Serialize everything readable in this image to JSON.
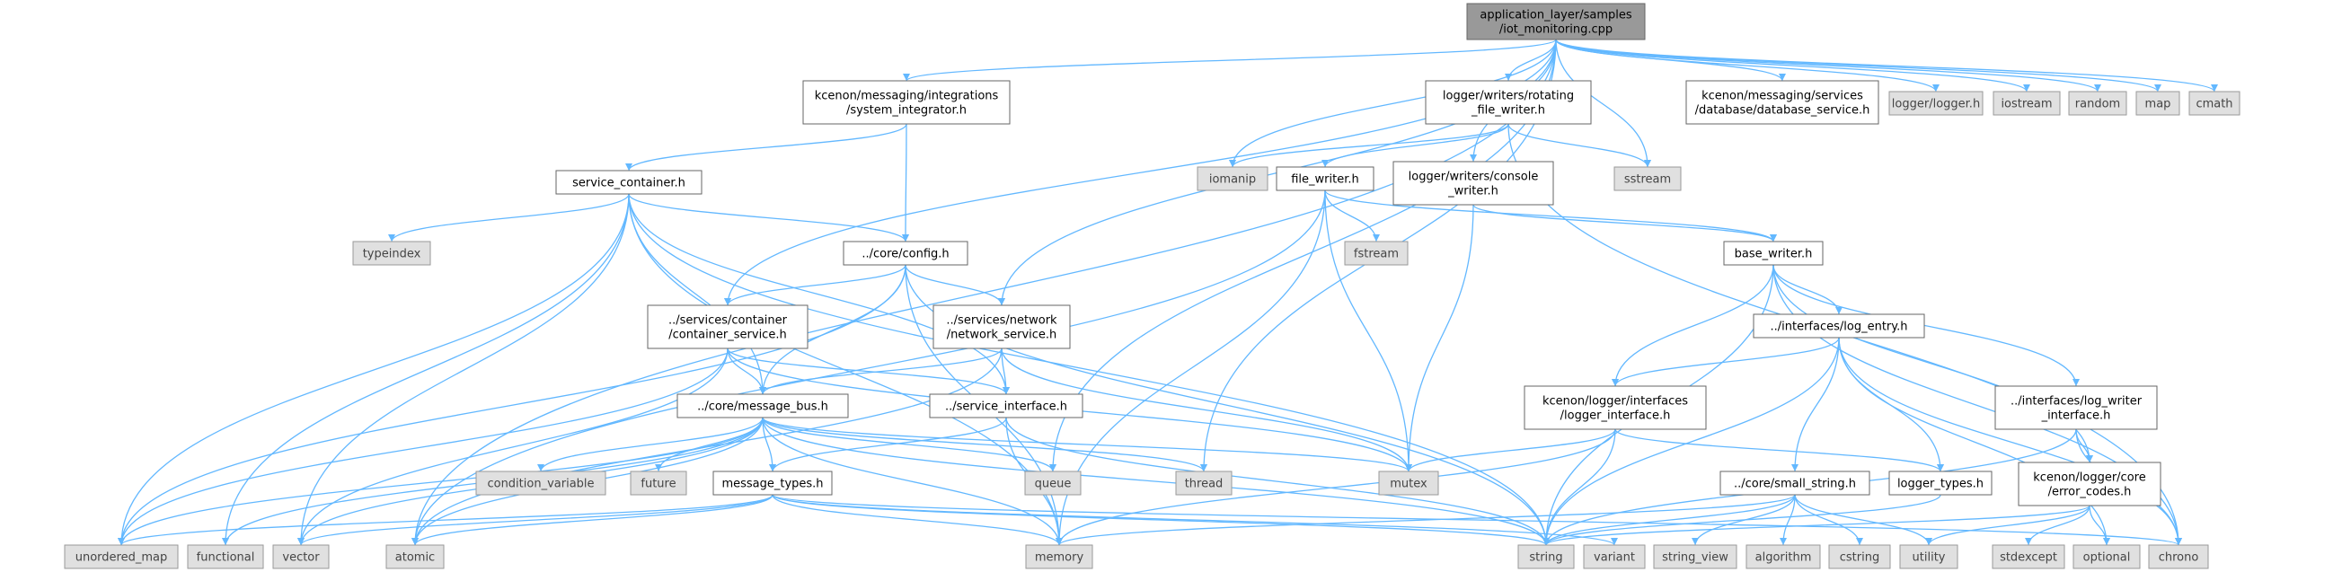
{
  "diagram": {
    "type": "include-dependency-graph",
    "root": "root",
    "colors": {
      "root_fill": "#999999",
      "header_fill": "#ffffff",
      "header_stroke": "#666666",
      "system_fill": "#e0e0e0",
      "system_stroke": "#999999",
      "edge": "#63b8ff",
      "text": "#000000"
    },
    "nodes": [
      {
        "id": "root",
        "lines": [
          "application_layer/samples",
          "/iot_monitoring.cpp"
        ],
        "kind": "root"
      },
      {
        "id": "sysint",
        "lines": [
          "kcenon/messaging/integrations",
          "/system_integrator.h"
        ],
        "kind": "header"
      },
      {
        "id": "rotfw",
        "lines": [
          "logger/writers/rotating",
          "_file_writer.h"
        ],
        "kind": "header"
      },
      {
        "id": "dbsvc",
        "lines": [
          "kcenon/messaging/services",
          "/database/database_service.h"
        ],
        "kind": "header"
      },
      {
        "id": "loggerh",
        "lines": [
          "logger/logger.h"
        ],
        "kind": "system"
      },
      {
        "id": "iostream",
        "lines": [
          "iostream"
        ],
        "kind": "system"
      },
      {
        "id": "random",
        "lines": [
          "random"
        ],
        "kind": "system"
      },
      {
        "id": "map",
        "lines": [
          "map"
        ],
        "kind": "system"
      },
      {
        "id": "cmath",
        "lines": [
          "cmath"
        ],
        "kind": "system"
      },
      {
        "id": "svccont",
        "lines": [
          "service_container.h"
        ],
        "kind": "header"
      },
      {
        "id": "iomanip",
        "lines": [
          "iomanip"
        ],
        "kind": "system"
      },
      {
        "id": "filewriter",
        "lines": [
          "file_writer.h"
        ],
        "kind": "header"
      },
      {
        "id": "consolew",
        "lines": [
          "logger/writers/console",
          "_writer.h"
        ],
        "kind": "header"
      },
      {
        "id": "sstream",
        "lines": [
          "sstream"
        ],
        "kind": "system"
      },
      {
        "id": "typeindex",
        "lines": [
          "typeindex"
        ],
        "kind": "system"
      },
      {
        "id": "coreconfig",
        "lines": [
          "../core/config.h"
        ],
        "kind": "header"
      },
      {
        "id": "fstream",
        "lines": [
          "fstream"
        ],
        "kind": "system"
      },
      {
        "id": "basewriter",
        "lines": [
          "base_writer.h"
        ],
        "kind": "header"
      },
      {
        "id": "contsvc",
        "lines": [
          "../services/container",
          "/container_service.h"
        ],
        "kind": "header"
      },
      {
        "id": "netsvc",
        "lines": [
          "../services/network",
          "/network_service.h"
        ],
        "kind": "header"
      },
      {
        "id": "logentry",
        "lines": [
          "../interfaces/log_entry.h"
        ],
        "kind": "header"
      },
      {
        "id": "msgbus",
        "lines": [
          "../core/message_bus.h"
        ],
        "kind": "header"
      },
      {
        "id": "svciface",
        "lines": [
          "../service_interface.h"
        ],
        "kind": "header"
      },
      {
        "id": "loggeriface",
        "lines": [
          "kcenon/logger/interfaces",
          "/logger_interface.h"
        ],
        "kind": "header"
      },
      {
        "id": "logwriteriface",
        "lines": [
          "../interfaces/log_writer",
          "_interface.h"
        ],
        "kind": "header"
      },
      {
        "id": "condvar",
        "lines": [
          "condition_variable"
        ],
        "kind": "system"
      },
      {
        "id": "future",
        "lines": [
          "future"
        ],
        "kind": "system"
      },
      {
        "id": "queue",
        "lines": [
          "queue"
        ],
        "kind": "system"
      },
      {
        "id": "thread",
        "lines": [
          "thread"
        ],
        "kind": "system"
      },
      {
        "id": "mutex",
        "lines": [
          "mutex"
        ],
        "kind": "system"
      },
      {
        "id": "msgtypes",
        "lines": [
          "message_types.h"
        ],
        "kind": "header"
      },
      {
        "id": "smallstring",
        "lines": [
          "../core/small_string.h"
        ],
        "kind": "header"
      },
      {
        "id": "loggertypes",
        "lines": [
          "logger_types.h"
        ],
        "kind": "header"
      },
      {
        "id": "errorcodes",
        "lines": [
          "kcenon/logger/core",
          "/error_codes.h"
        ],
        "kind": "header"
      },
      {
        "id": "unorderedmap",
        "lines": [
          "unordered_map"
        ],
        "kind": "system"
      },
      {
        "id": "functional",
        "lines": [
          "functional"
        ],
        "kind": "system"
      },
      {
        "id": "vector",
        "lines": [
          "vector"
        ],
        "kind": "system"
      },
      {
        "id": "atomic",
        "lines": [
          "atomic"
        ],
        "kind": "system"
      },
      {
        "id": "memory",
        "lines": [
          "memory"
        ],
        "kind": "system"
      },
      {
        "id": "string",
        "lines": [
          "string"
        ],
        "kind": "system"
      },
      {
        "id": "variant",
        "lines": [
          "variant"
        ],
        "kind": "system"
      },
      {
        "id": "stringview",
        "lines": [
          "string_view"
        ],
        "kind": "system"
      },
      {
        "id": "algorithm",
        "lines": [
          "algorithm"
        ],
        "kind": "system"
      },
      {
        "id": "cstring",
        "lines": [
          "cstring"
        ],
        "kind": "system"
      },
      {
        "id": "utility",
        "lines": [
          "utility"
        ],
        "kind": "system"
      },
      {
        "id": "stdexcept",
        "lines": [
          "stdexcept"
        ],
        "kind": "system"
      },
      {
        "id": "optional",
        "lines": [
          "optional"
        ],
        "kind": "system"
      },
      {
        "id": "chrono",
        "lines": [
          "chrono"
        ],
        "kind": "system"
      }
    ],
    "edges": [
      [
        "root",
        "sysint"
      ],
      [
        "root",
        "rotfw"
      ],
      [
        "root",
        "dbsvc"
      ],
      [
        "root",
        "loggerh"
      ],
      [
        "root",
        "iostream"
      ],
      [
        "root",
        "random"
      ],
      [
        "root",
        "map"
      ],
      [
        "root",
        "cmath"
      ],
      [
        "root",
        "iomanip"
      ],
      [
        "root",
        "sstream"
      ],
      [
        "root",
        "consolew"
      ],
      [
        "root",
        "queue"
      ],
      [
        "root",
        "thread"
      ],
      [
        "root",
        "atomic"
      ],
      [
        "root",
        "contsvc"
      ],
      [
        "root",
        "netsvc"
      ],
      [
        "sysint",
        "svccont"
      ],
      [
        "sysint",
        "coreconfig"
      ],
      [
        "rotfw",
        "filewriter"
      ],
      [
        "rotfw",
        "iomanip"
      ],
      [
        "rotfw",
        "sstream"
      ],
      [
        "rotfw",
        "chrono"
      ],
      [
        "svccont",
        "typeindex"
      ],
      [
        "svccont",
        "coreconfig"
      ],
      [
        "svccont",
        "msgbus"
      ],
      [
        "svccont",
        "svciface"
      ],
      [
        "svccont",
        "unorderedmap"
      ],
      [
        "svccont",
        "functional"
      ],
      [
        "svccont",
        "vector"
      ],
      [
        "svccont",
        "memory"
      ],
      [
        "svccont",
        "string"
      ],
      [
        "filewriter",
        "fstream"
      ],
      [
        "filewriter",
        "basewriter"
      ],
      [
        "filewriter",
        "mutex"
      ],
      [
        "filewriter",
        "memory"
      ],
      [
        "filewriter",
        "atomic"
      ],
      [
        "consolew",
        "basewriter"
      ],
      [
        "consolew",
        "mutex"
      ],
      [
        "coreconfig",
        "contsvc"
      ],
      [
        "coreconfig",
        "netsvc"
      ],
      [
        "coreconfig",
        "msgbus"
      ],
      [
        "coreconfig",
        "memory"
      ],
      [
        "coreconfig",
        "string"
      ],
      [
        "coreconfig",
        "unorderedmap"
      ],
      [
        "basewriter",
        "logentry"
      ],
      [
        "basewriter",
        "loggeriface"
      ],
      [
        "basewriter",
        "logwriteriface"
      ],
      [
        "basewriter",
        "errorcodes"
      ],
      [
        "basewriter",
        "string"
      ],
      [
        "basewriter",
        "chrono"
      ],
      [
        "contsvc",
        "msgbus"
      ],
      [
        "contsvc",
        "svciface"
      ],
      [
        "contsvc",
        "unorderedmap"
      ],
      [
        "contsvc",
        "vector"
      ],
      [
        "contsvc",
        "mutex"
      ],
      [
        "netsvc",
        "msgbus"
      ],
      [
        "netsvc",
        "svciface"
      ],
      [
        "netsvc",
        "mutex"
      ],
      [
        "netsvc",
        "atomic"
      ],
      [
        "logentry",
        "loggeriface"
      ],
      [
        "logentry",
        "smallstring"
      ],
      [
        "logentry",
        "loggertypes"
      ],
      [
        "logentry",
        "string"
      ],
      [
        "logentry",
        "chrono"
      ],
      [
        "logentry",
        "optional"
      ],
      [
        "msgbus",
        "condvar"
      ],
      [
        "msgbus",
        "future"
      ],
      [
        "msgbus",
        "queue"
      ],
      [
        "msgbus",
        "thread"
      ],
      [
        "msgbus",
        "mutex"
      ],
      [
        "msgbus",
        "msgtypes"
      ],
      [
        "msgbus",
        "unorderedmap"
      ],
      [
        "msgbus",
        "functional"
      ],
      [
        "msgbus",
        "vector"
      ],
      [
        "msgbus",
        "atomic"
      ],
      [
        "msgbus",
        "memory"
      ],
      [
        "msgbus",
        "string"
      ],
      [
        "svciface",
        "msgtypes"
      ],
      [
        "svciface",
        "memory"
      ],
      [
        "svciface",
        "string"
      ],
      [
        "loggeriface",
        "mutex"
      ],
      [
        "loggeriface",
        "loggertypes"
      ],
      [
        "loggeriface",
        "string"
      ],
      [
        "loggeriface",
        "memory"
      ],
      [
        "logwriteriface",
        "errorcodes"
      ],
      [
        "logwriteriface",
        "string"
      ],
      [
        "logwriteriface",
        "chrono"
      ],
      [
        "msgtypes",
        "unorderedmap"
      ],
      [
        "msgtypes",
        "vector"
      ],
      [
        "msgtypes",
        "atomic"
      ],
      [
        "msgtypes",
        "memory"
      ],
      [
        "msgtypes",
        "string"
      ],
      [
        "msgtypes",
        "variant"
      ],
      [
        "msgtypes",
        "chrono"
      ],
      [
        "smallstring",
        "string"
      ],
      [
        "smallstring",
        "stringview"
      ],
      [
        "smallstring",
        "algorithm"
      ],
      [
        "smallstring",
        "cstring"
      ],
      [
        "smallstring",
        "utility"
      ],
      [
        "smallstring",
        "memory"
      ],
      [
        "loggertypes",
        "string"
      ],
      [
        "errorcodes",
        "string"
      ],
      [
        "errorcodes",
        "stdexcept"
      ],
      [
        "errorcodes",
        "optional"
      ],
      [
        "errorcodes",
        "utility"
      ]
    ]
  }
}
